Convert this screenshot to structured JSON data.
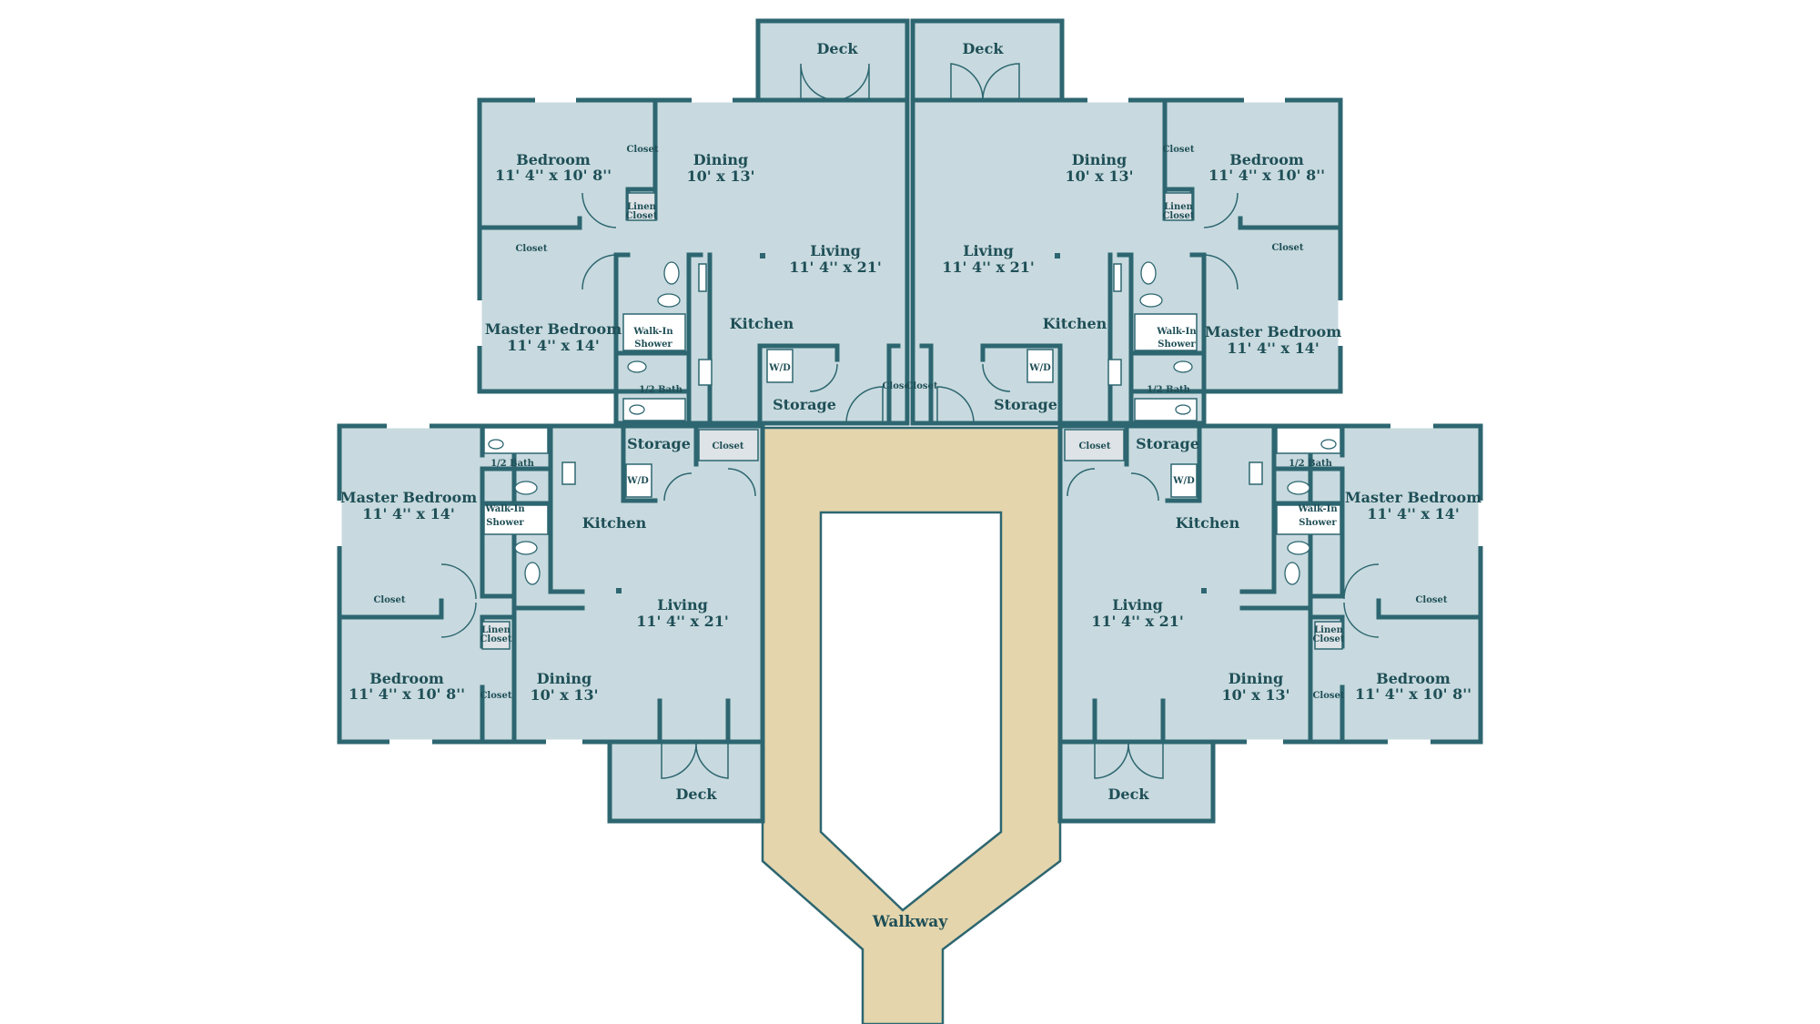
{
  "units": [
    {
      "id": "top-left",
      "deck": "Deck",
      "dining": "Dining",
      "dining_dim": "10' x 13'",
      "bedroom": "Bedroom",
      "bedroom_dim": "11' 4'' x 10' 8''",
      "closet": "Closet",
      "linen_1": "Linen",
      "linen_2": "Closet",
      "master": "Master Bedroom",
      "master_dim": "11' 4'' x 14'",
      "living": "Living",
      "living_dim": "11' 4'' x 21'",
      "kitchen": "Kitchen",
      "shower_1": "Walk-In",
      "shower_2": "Shower",
      "half_bath": "1/2 Bath",
      "wd": "W/D",
      "storage": "Storage"
    },
    {
      "id": "top-right",
      "deck": "Deck",
      "dining": "Dining",
      "dining_dim": "10' x 13'",
      "bedroom": "Bedroom",
      "bedroom_dim": "11' 4'' x 10' 8''",
      "closet": "Closet",
      "linen_1": "Linen",
      "linen_2": "Closet",
      "master": "Master Bedroom",
      "master_dim": "11' 4'' x 14'",
      "living": "Living",
      "living_dim": "11' 4'' x 21'",
      "kitchen": "Kitchen",
      "shower_1": "Walk-In",
      "shower_2": "Shower",
      "half_bath": "1/2 Bath",
      "wd": "W/D",
      "storage": "Storage"
    },
    {
      "id": "bottom-left",
      "deck": "Deck",
      "dining": "Dining",
      "dining_dim": "10' x 13'",
      "bedroom": "Bedroom",
      "bedroom_dim": "11' 4'' x 10' 8''",
      "closet": "Closet",
      "linen_1": "Linen",
      "linen_2": "Closet",
      "master": "Master Bedroom",
      "master_dim": "11' 4'' x 14'",
      "living": "Living",
      "living_dim": "11' 4'' x 21'",
      "kitchen": "Kitchen",
      "shower_1": "Walk-In",
      "shower_2": "Shower",
      "half_bath": "1/2 Bath",
      "wd": "W/D",
      "storage": "Storage"
    },
    {
      "id": "bottom-right",
      "deck": "Deck",
      "dining": "Dining",
      "dining_dim": "10' x 13'",
      "bedroom": "Bedroom",
      "bedroom_dim": "11' 4'' x 10' 8''",
      "closet": "Closet",
      "linen_1": "Linen",
      "linen_2": "Closet",
      "master": "Master Bedroom",
      "master_dim": "11' 4'' x 14'",
      "living": "Living",
      "living_dim": "11' 4'' x 21'",
      "kitchen": "Kitchen",
      "shower_1": "Walk-In",
      "shower_2": "Shower",
      "half_bath": "1/2 Bath",
      "wd": "W/D",
      "storage": "Storage"
    }
  ],
  "walkway": {
    "label": "Walkway"
  },
  "colors": {
    "floor": "#c8dadf",
    "wall": "#2d6670",
    "walkway": "#e4d5ad",
    "label": "#1f4f57",
    "utility": "#dde3e6"
  }
}
